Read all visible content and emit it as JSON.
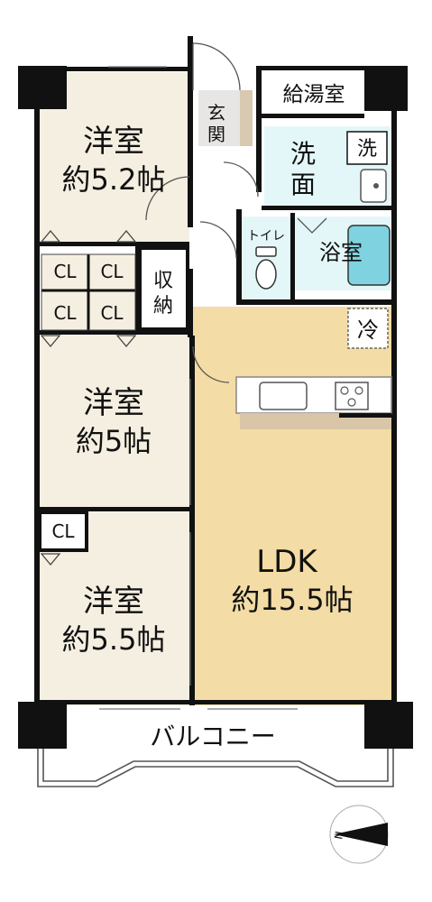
{
  "rooms": {
    "bedroom_top": {
      "name": "洋室",
      "size": "約5.2帖"
    },
    "bedroom_mid": {
      "name": "洋室",
      "size": "約5帖"
    },
    "bedroom_bottom": {
      "name": "洋室",
      "size": "約5.5帖"
    },
    "ldk": {
      "name": "LDK",
      "size": "約15.5帖"
    },
    "entrance": {
      "name": "玄関"
    },
    "storage": {
      "name": "収納"
    },
    "water_heater": {
      "name": "給湯室"
    },
    "washroom": {
      "name": "洗面"
    },
    "washer": {
      "name": "洗"
    },
    "toilet": {
      "name": "トイレ"
    },
    "bathroom": {
      "name": "浴室"
    },
    "fridge": {
      "name": "冷"
    },
    "balcony": {
      "name": "バルコニー"
    }
  },
  "closets": [
    "CL",
    "CL",
    "CL",
    "CL",
    "CL"
  ],
  "compass": {
    "label": "N"
  },
  "colors": {
    "bedroom": "#f5efe1",
    "ldk": "#f3dca5",
    "wet_area": "#e4f7f8",
    "bath_tub": "#7fd3e0",
    "entrance_tile": "#e8e6e4",
    "storage": "#ffffff",
    "wall": "#111111"
  }
}
